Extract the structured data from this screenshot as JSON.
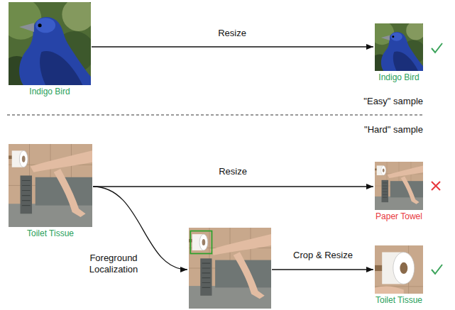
{
  "diagram": {
    "nodes": [
      {
        "text": [
          "Indigo Bird"
        ]
      },
      {
        "text": [
          "Indigo Bird"
        ]
      },
      {
        "text": [
          "Toilet Tissue"
        ]
      },
      {
        "text": [
          "Paper Towel"
        ]
      },
      {
        "text": []
      },
      {
        "text": [
          "Toilet Tissue"
        ]
      }
    ],
    "edges": [
      {
        "from": 0,
        "to": 1,
        "arrow": "to",
        "label": "Resize"
      },
      {
        "from": 2,
        "to": 3,
        "arrow": "to",
        "label": "Resize"
      },
      {
        "from": 2,
        "to": 4,
        "arrow": "to",
        "label": "Foreground Localization"
      },
      {
        "from": 4,
        "to": 5,
        "arrow": "to",
        "label": "Crop & Resize"
      }
    ],
    "labels": [
      "\"Easy\" sample",
      "\"Hard\" sample"
    ]
  }
}
